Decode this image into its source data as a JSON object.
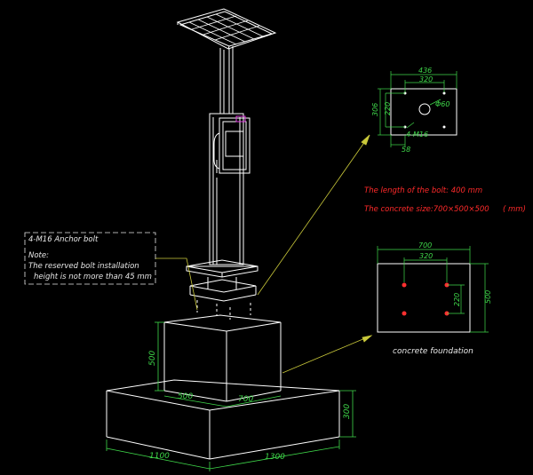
{
  "colors": {
    "background": "#000000",
    "linework": "#ffffff",
    "dimensions": "#3fd84a",
    "leaders": "#c9c83a",
    "notes_red": "#ff2a2a",
    "bolts": "#ff3030"
  },
  "annotations": {
    "anchor_bolt_title": "4-M16 Anchor bolt",
    "note_label": "Note:",
    "note_line1": "The reserved bolt installation",
    "note_line2": "height is not more than 45 mm",
    "bolt_length": "The length of the bolt: 400 mm",
    "concrete_size_a": "The concrete size:700×500×500",
    "concrete_size_b": "( mm)",
    "concrete_foundation": "concrete foundation"
  },
  "base_plate_detail": {
    "dim_width": "436",
    "dim_hole_spacing": "320",
    "dim_height": "306",
    "dim_hole_v_spacing": "220",
    "dim_edge": "58",
    "hole_label": "Φ60",
    "bolt_label": "4-M16"
  },
  "foundation_plan": {
    "dim_width": "700",
    "dim_hole_spacing": "320",
    "dim_hole_v_spacing": "220",
    "dim_height": "500"
  },
  "base_dims": {
    "upper_height": "500",
    "upper_width": "500",
    "upper_depth": "700",
    "lower_height": "300",
    "lower_left": "1100",
    "lower_right": "1300"
  }
}
